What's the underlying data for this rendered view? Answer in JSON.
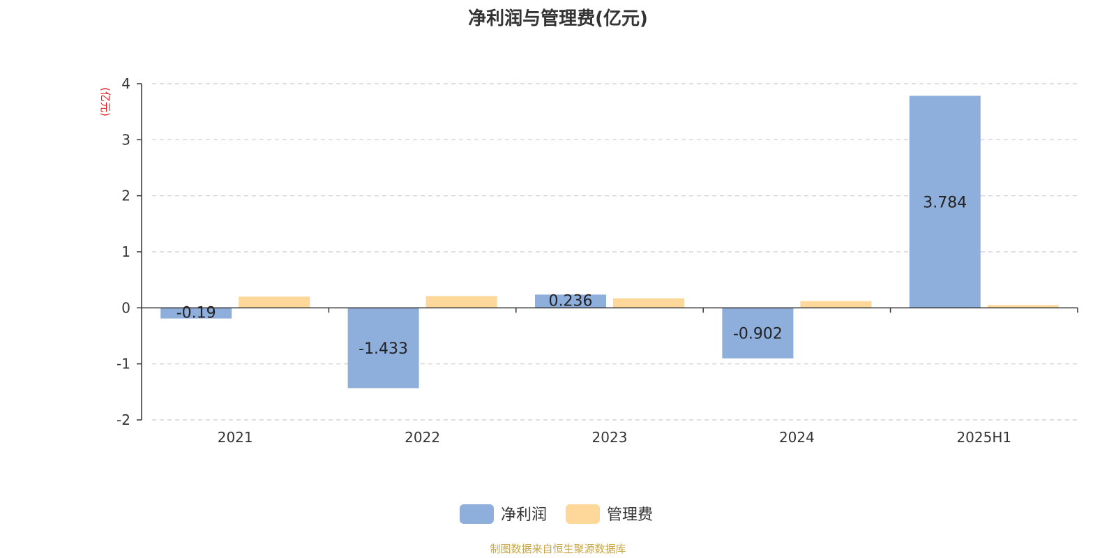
{
  "chart_data": {
    "type": "bar",
    "title": "净利润与管理费(亿元)",
    "ylabel": "(亿元)",
    "categories": [
      "2021",
      "2022",
      "2023",
      "2024",
      "2025H1"
    ],
    "ylim": [
      -2,
      4
    ],
    "yticks": [
      -2,
      -1,
      0,
      1,
      2,
      3,
      4
    ],
    "grid": true,
    "legend_position": "bottom",
    "series": [
      {
        "name": "净利润",
        "color": "#8eaedb",
        "values": [
          -0.19,
          -1.433,
          0.236,
          -0.902,
          3.784
        ],
        "labels": [
          "-0.19",
          "-1.433",
          "0.236",
          "-0.902",
          "3.784"
        ]
      },
      {
        "name": "管理费",
        "color": "#fdd89a",
        "values": [
          0.2,
          0.21,
          0.17,
          0.12,
          0.05
        ]
      }
    ]
  },
  "source_text": "制图数据来自恒生聚源数据库"
}
